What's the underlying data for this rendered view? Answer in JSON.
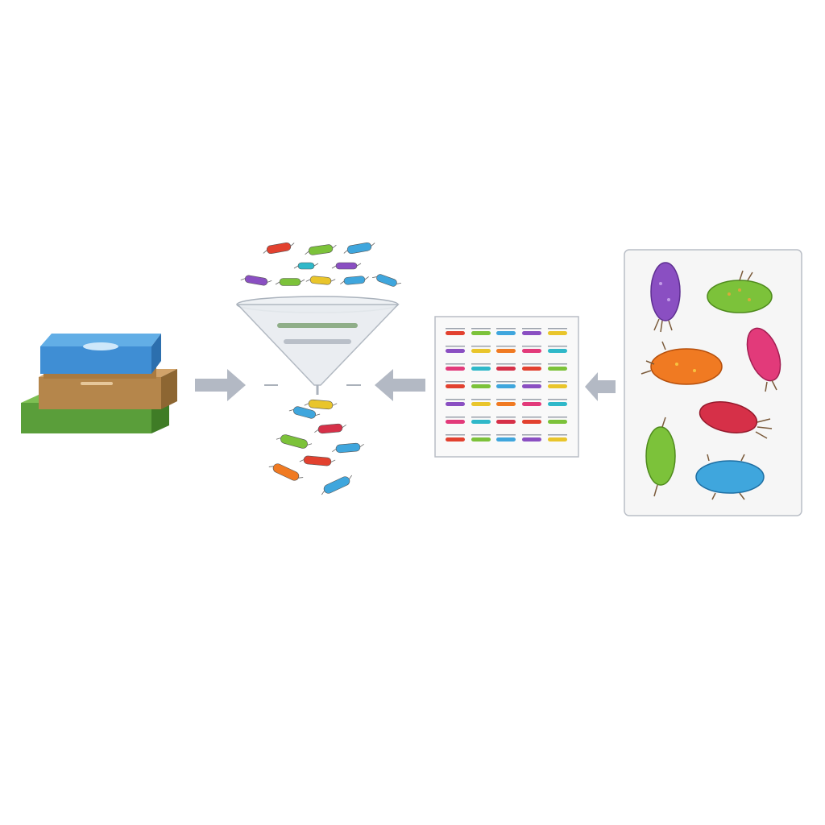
{
  "colors": {
    "background": "#ffffff",
    "arrow": "#b3b9c4",
    "panel_border": "#b9bec6",
    "panel_fill": "#f7f7f7",
    "layer_top": "#3f8ed4",
    "layer_mid": "#b5864b",
    "layer_bottom": "#5a9e3a",
    "funnel": "#dfe3e8",
    "palette": [
      "#e2412f",
      "#7cc23a",
      "#3fa6dd",
      "#8a4fc2",
      "#e9c52b",
      "#f07a22",
      "#e23a7a",
      "#2fb8c9",
      "#d63048"
    ]
  },
  "stages": [
    {
      "id": "sample-stack",
      "icon": "layered-substrate-icon"
    },
    {
      "id": "filter-funnel",
      "icon": "funnel-icon"
    },
    {
      "id": "sequence-grid",
      "icon": "sequence-reads-icon"
    },
    {
      "id": "microbe-panel",
      "icon": "microbe-community-icon"
    }
  ],
  "arrows": [
    {
      "id": "arrow-1",
      "direction": "right"
    },
    {
      "id": "arrow-2",
      "direction": "left"
    },
    {
      "id": "arrow-3",
      "direction": "left"
    }
  ],
  "microbes": [
    {
      "name": "microbe-purple",
      "color": "#8a4fc2"
    },
    {
      "name": "microbe-green-top",
      "color": "#7cc23a"
    },
    {
      "name": "microbe-orange",
      "color": "#f07a22"
    },
    {
      "name": "microbe-pink",
      "color": "#e23a7a"
    },
    {
      "name": "microbe-red",
      "color": "#d63048"
    },
    {
      "name": "microbe-green-bottom",
      "color": "#7cc23a"
    },
    {
      "name": "microbe-blue",
      "color": "#3fa6dd"
    }
  ]
}
